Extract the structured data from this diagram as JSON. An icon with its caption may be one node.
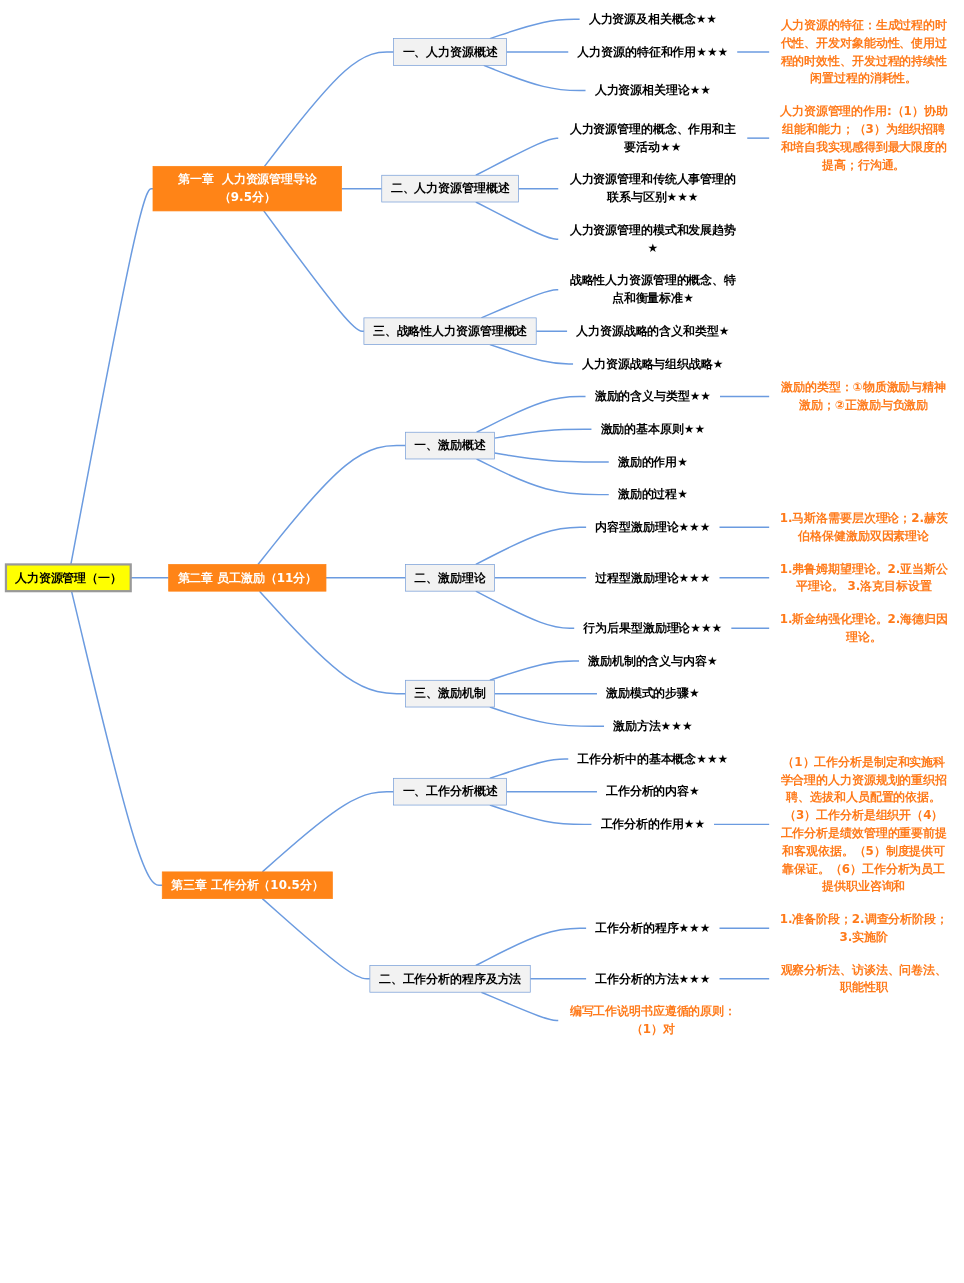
{
  "diagram": {
    "nodes": [
      {
        "text": [
          "人力资源管理（一）"
        ]
      },
      {
        "text": [
          "第一章  人力资源管理导论（9.5分）"
        ]
      },
      {
        "text": [
          "一、人力资源概述"
        ]
      },
      {
        "text": [
          "人力资源及相关概念★★"
        ]
      },
      {
        "text": [
          "人力资源的特征和作用★★★"
        ]
      },
      {
        "text": [
          "人力资源的特征：生成过程的时代性、开发对象能动性、使用过程的时效性、开发过程的持续性闲置过程的消耗性。"
        ]
      },
      {
        "text": [
          "人力资源相关理论★★"
        ]
      },
      {
        "text": [
          "二、人力资源管理概述"
        ]
      },
      {
        "text": [
          "人力资源管理的概念、作用和主要活动★★"
        ]
      },
      {
        "text": [
          "人力资源管理的作用:（1）协助组能和能力；（3）为组织招聘和培自我实现感得到最大限度的提高；行沟通。"
        ]
      },
      {
        "text": [
          "人力资源管理和传统人事管理的联系与区别★★★"
        ]
      },
      {
        "text": [
          "人力资源管理的模式和发展趋势★"
        ]
      },
      {
        "text": [
          "三、战略性人力资源管理概述"
        ]
      },
      {
        "text": [
          "战略性人力资源管理的概念、特点和衡量标准★"
        ]
      },
      {
        "text": [
          "人力资源战略的含义和类型★"
        ]
      },
      {
        "text": [
          "人力资源战略与组织战略★"
        ]
      },
      {
        "text": [
          "第二章  员工激励（11分）"
        ]
      },
      {
        "text": [
          "一、激励概述"
        ]
      },
      {
        "text": [
          "激励的含义与类型★★"
        ]
      },
      {
        "text": [
          "激励的类型：①物质激励与精神激励；②正激励与负激励"
        ]
      },
      {
        "text": [
          "激励的基本原则★★"
        ]
      },
      {
        "text": [
          "激励的作用★"
        ]
      },
      {
        "text": [
          "激励的过程★"
        ]
      },
      {
        "text": [
          "二、激励理论"
        ]
      },
      {
        "text": [
          "内容型激励理论★★★"
        ]
      },
      {
        "text": [
          "1.马斯洛需要层次理论；2.赫茨伯格保健激励双因素理论"
        ]
      },
      {
        "text": [
          "过程型激励理论★★★"
        ]
      },
      {
        "text": [
          "1.弗鲁姆期望理论。2.亚当斯公平理论。 3.洛克目标设置"
        ]
      },
      {
        "text": [
          "行为后果型激励理论★★★"
        ]
      },
      {
        "text": [
          "1.斯金纳强化理论。2.海德归因理论。"
        ]
      },
      {
        "text": [
          "三、激励机制"
        ]
      },
      {
        "text": [
          "激励机制的含义与内容★"
        ]
      },
      {
        "text": [
          "激励模式的步骤★"
        ]
      },
      {
        "text": [
          "激励方法★★★"
        ]
      },
      {
        "text": [
          "第三章  工作分析（10.5分）"
        ]
      },
      {
        "text": [
          "一、工作分析概述"
        ]
      },
      {
        "text": [
          "工作分析中的基本概念★★★"
        ]
      },
      {
        "text": [
          "工作分析的内容★"
        ]
      },
      {
        "text": [
          "工作分析的作用★★"
        ]
      },
      {
        "text": [
          "（1）工作分析是制定和实施科学合理的人力资源规划的重织招聘、选拔和人员配置的依据。（3）工作分析是组织开（4）工作分析是绩效管理的重要前提和客观依据。（5）制度提供可靠保证。（6）工作分析为员工提供职业咨询和"
        ]
      },
      {
        "text": [
          "二、工作分析的程序及方法"
        ]
      },
      {
        "text": [
          "工作分析的程序★★★"
        ]
      },
      {
        "text": [
          "1.准备阶段；2.调查分析阶段；3.实施阶"
        ]
      },
      {
        "text": [
          "工作分析的方法★★★"
        ]
      },
      {
        "text": [
          "观察分析法、访谈法、问卷法、职能性职"
        ]
      },
      {
        "text": [
          "编写工作说明书应遵循的原则：（1）对"
        ]
      }
    ],
    "edges": [
      {
        "from": 0,
        "to": 1,
        "arrow": "none"
      },
      {
        "from": 1,
        "to": 2,
        "arrow": "none"
      },
      {
        "from": 2,
        "to": 3,
        "arrow": "none"
      },
      {
        "from": 2,
        "to": 4,
        "arrow": "none"
      },
      {
        "from": 4,
        "to": 5,
        "arrow": "none"
      },
      {
        "from": 2,
        "to": 6,
        "arrow": "none"
      },
      {
        "from": 1,
        "to": 7,
        "arrow": "none"
      },
      {
        "from": 7,
        "to": 8,
        "arrow": "none"
      },
      {
        "from": 8,
        "to": 9,
        "arrow": "none"
      },
      {
        "from": 7,
        "to": 10,
        "arrow": "none"
      },
      {
        "from": 7,
        "to": 11,
        "arrow": "none"
      },
      {
        "from": 1,
        "to": 12,
        "arrow": "none"
      },
      {
        "from": 12,
        "to": 13,
        "arrow": "none"
      },
      {
        "from": 12,
        "to": 14,
        "arrow": "none"
      },
      {
        "from": 12,
        "to": 15,
        "arrow": "none"
      },
      {
        "from": 0,
        "to": 16,
        "arrow": "none"
      },
      {
        "from": 16,
        "to": 17,
        "arrow": "none"
      },
      {
        "from": 17,
        "to": 18,
        "arrow": "none"
      },
      {
        "from": 18,
        "to": 19,
        "arrow": "none"
      },
      {
        "from": 17,
        "to": 20,
        "arrow": "none"
      },
      {
        "from": 17,
        "to": 21,
        "arrow": "none"
      },
      {
        "from": 17,
        "to": 22,
        "arrow": "none"
      },
      {
        "from": 16,
        "to": 23,
        "arrow": "none"
      },
      {
        "from": 23,
        "to": 24,
        "arrow": "none"
      },
      {
        "from": 24,
        "to": 25,
        "arrow": "none"
      },
      {
        "from": 23,
        "to": 26,
        "arrow": "none"
      },
      {
        "from": 26,
        "to": 27,
        "arrow": "none"
      },
      {
        "from": 23,
        "to": 28,
        "arrow": "none"
      },
      {
        "from": 28,
        "to": 29,
        "arrow": "none"
      },
      {
        "from": 16,
        "to": 30,
        "arrow": "none"
      },
      {
        "from": 30,
        "to": 31,
        "arrow": "none"
      },
      {
        "from": 30,
        "to": 32,
        "arrow": "none"
      },
      {
        "from": 30,
        "to": 33,
        "arrow": "none"
      },
      {
        "from": 0,
        "to": 34,
        "arrow": "none"
      },
      {
        "from": 34,
        "to": 35,
        "arrow": "none"
      },
      {
        "from": 35,
        "to": 36,
        "arrow": "none"
      },
      {
        "from": 35,
        "to": 37,
        "arrow": "none"
      },
      {
        "from": 35,
        "to": 38,
        "arrow": "none"
      },
      {
        "from": 38,
        "to": 39,
        "arrow": "none"
      },
      {
        "from": 34,
        "to": 40,
        "arrow": "none"
      },
      {
        "from": 40,
        "to": 41,
        "arrow": "none"
      },
      {
        "from": 41,
        "to": 42,
        "arrow": "none"
      },
      {
        "from": 40,
        "to": 43,
        "arrow": "none"
      },
      {
        "from": 43,
        "to": 44,
        "arrow": "none"
      },
      {
        "from": 40,
        "to": 45,
        "arrow": "none"
      }
    ]
  }
}
